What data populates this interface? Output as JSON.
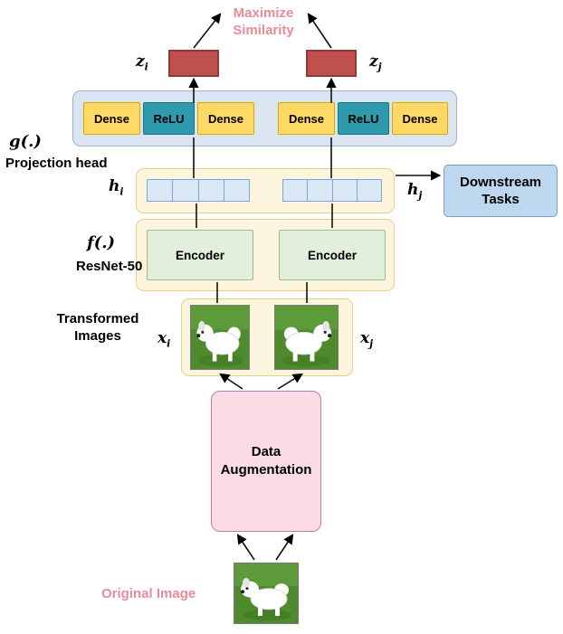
{
  "colors": {
    "pink_text": "#e98b98",
    "z_box": "#c0504d",
    "projection_container": "#dbe5f1",
    "dense_box": "#ffd966",
    "relu_box": "#2e9aad",
    "cream_container": "#fdf5dd",
    "vector_cell": "#dbe9f7",
    "encoder_box": "#e2efda",
    "downstream_box": "#bdd7ee",
    "data_augmentation_box": "#fbdce6"
  },
  "top": {
    "maximize_similarity": "Maximize\nSimilarity"
  },
  "math": {
    "z_i": {
      "base": "z",
      "sub": "i"
    },
    "z_j": {
      "base": "z",
      "sub": "j"
    },
    "h_i": {
      "base": "h",
      "sub": "i"
    },
    "h_j": {
      "base": "h",
      "sub": "j"
    },
    "x_i": {
      "base": "x",
      "sub": "i"
    },
    "x_j": {
      "base": "x",
      "sub": "j"
    }
  },
  "projection": {
    "g_label": "g(.)",
    "head_label": "Projection head",
    "layers": [
      "Dense",
      "ReLU",
      "Dense"
    ]
  },
  "encoder": {
    "f_label": "f(.)",
    "resnet_label": "ResNet-50",
    "label": "Encoder"
  },
  "downstream": {
    "label": "Downstream\nTasks"
  },
  "transformed": {
    "label": "Transformed\nImages"
  },
  "data_augmentation": {
    "label": "Data\nAugmentation"
  },
  "original": {
    "label": "Original Image"
  }
}
